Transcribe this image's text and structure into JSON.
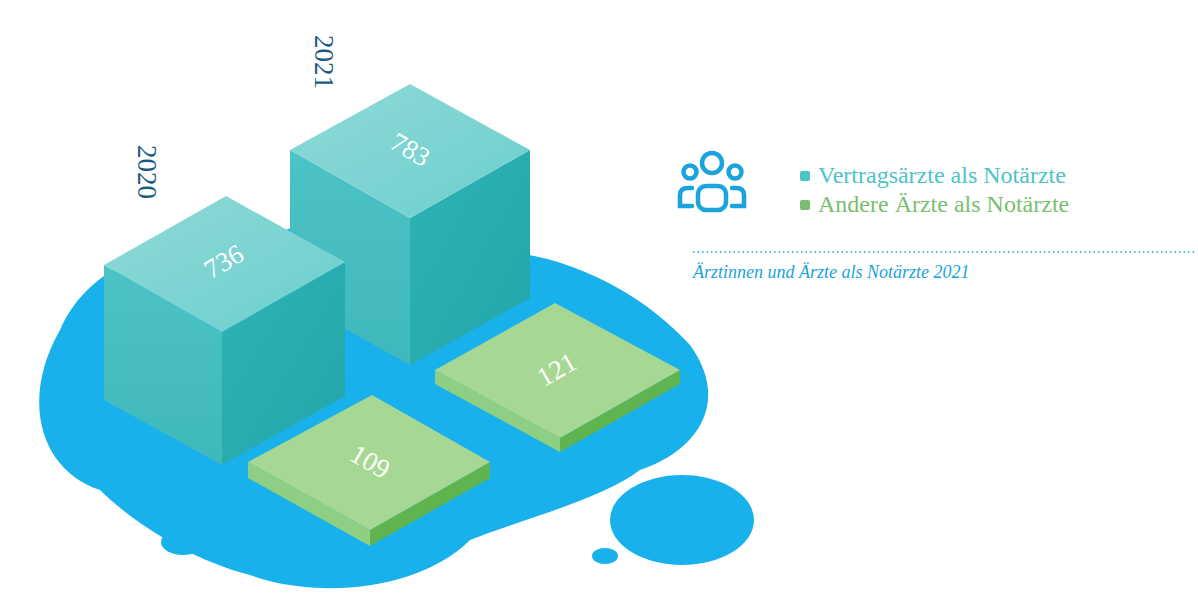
{
  "diagram": {
    "caption": "Ärztinnen und Ärzte als Notärzte 2021",
    "nodes": [
      {
        "text": [
          "736"
        ]
      },
      {
        "text": [
          "783"
        ]
      },
      {
        "text": [
          "109"
        ]
      },
      {
        "text": [
          "121"
        ]
      }
    ],
    "labels": [
      "2020",
      "2021"
    ],
    "legend": [
      {
        "text": "Vertragsärzte als Notärzte",
        "color": "#4cc3c6"
      },
      {
        "text": "Andere Ärzte als Notärzte",
        "color": "#78c06e"
      }
    ]
  }
}
